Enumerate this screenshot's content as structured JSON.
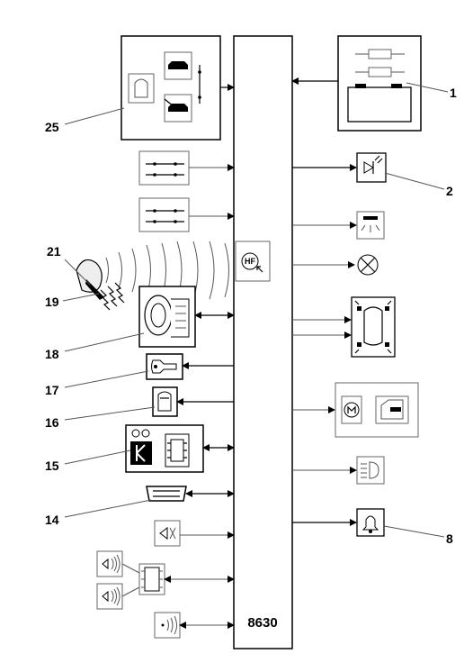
{
  "central_unit": {
    "label": "8630",
    "receiver_label": "HF"
  },
  "callouts": {
    "c1": "1",
    "c2": "2",
    "c8": "8",
    "c14": "14",
    "c15": "15",
    "c16": "16",
    "c17": "17",
    "c18": "18",
    "c19": "19",
    "c21": "21",
    "c25": "25"
  },
  "icons": [
    "car-interior-sensor-icon",
    "car-locked-icon",
    "car-unlocked-icon",
    "fuse-battery-icon",
    "switch-icon",
    "led-icon",
    "lamp-icon",
    "bulb-icon",
    "car-indicators-icon",
    "motor-icon",
    "door-lock-icon",
    "headlamp-icon",
    "buzzer-icon",
    "remote-key-icon",
    "steering-lock-icon",
    "key-icon",
    "car-top-icon",
    "immobilizer-icon",
    "diagnostic-connector-icon",
    "siren-icon",
    "speaker-icon",
    "sensor-icon"
  ],
  "colors": {
    "line": "#000000",
    "secondary_line": "#555555",
    "background": "#ffffff"
  }
}
